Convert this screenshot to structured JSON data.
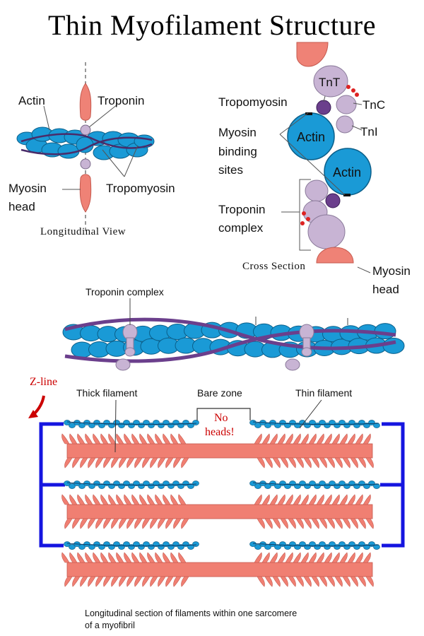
{
  "title": "Thin Myofilament Structure",
  "longitudinal": {
    "labels": {
      "actin": "Actin",
      "troponin": "Troponin",
      "myosin_head_1": "Myosin",
      "myosin_head_2": "head",
      "tropomyosin": "Tropomyosin"
    },
    "caption": "Longitudinal View"
  },
  "cross_section": {
    "labels": {
      "tnt": "TnT",
      "tnc": "TnC",
      "tni": "TnI",
      "tropomyosin": "Tropomyosin",
      "binding_1": "Myosin",
      "binding_2": "binding",
      "binding_3": "sites",
      "actin_1": "Actin",
      "actin_2": "Actin",
      "complex_1": "Troponin",
      "complex_2": "complex",
      "myosin_head_1": "Myosin",
      "myosin_head_2": "head"
    },
    "caption": "Cross Section"
  },
  "filament_detail": {
    "label": "Troponin complex"
  },
  "sarcomere": {
    "z_line": "Z-line",
    "thick_filament": "Thick filament",
    "bare_zone": "Bare zone",
    "thin_filament": "Thin filament",
    "no_heads_1": "No",
    "no_heads_2": "heads!",
    "caption_1": "Longitudinal section of filaments within one sarcomere",
    "caption_2": "of a myofibril"
  },
  "colors": {
    "actin": "#1a9ad6",
    "tropomyosin": "#6b3f8c",
    "troponin": "#c8b4d4",
    "myosin": "#f07f72",
    "z_line": "#1515e0",
    "annotation_red": "#cc0000"
  }
}
